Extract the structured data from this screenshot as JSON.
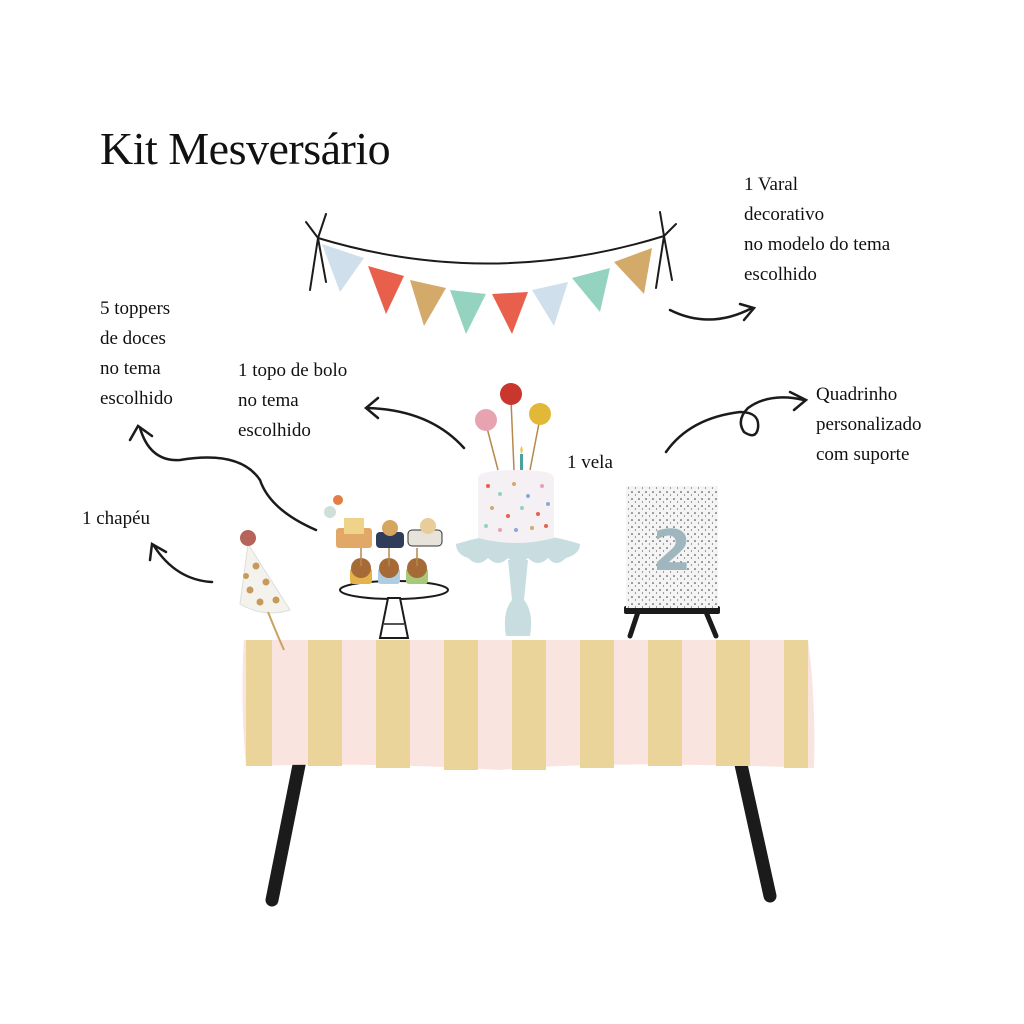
{
  "title": "Kit Mesversário",
  "labels": {
    "varal": [
      "1 Varal",
      "decorativo",
      "no modelo do tema",
      "escolhido"
    ],
    "toppers": [
      "5 toppers",
      "de doces",
      "no tema",
      "escolhido"
    ],
    "topo_bolo": [
      "1 topo de bolo",
      "no tema",
      "escolhido"
    ],
    "quadrinho": [
      "Quadrinho",
      "personalizado",
      "com suporte"
    ],
    "vela": "1 vela",
    "chapeu": "1 chapéu"
  },
  "frame_number": "2",
  "colors": {
    "flag_light_blue": "#cfe0ec",
    "flag_coral": "#e8604c",
    "flag_tan": "#d4aa6a",
    "flag_mint": "#93d3bf",
    "cloth_pink": "#f9e4e0",
    "cloth_yellow": "#ead49a",
    "stand_blue": "#c8dde0",
    "table_leg": "#1b1b1b"
  }
}
